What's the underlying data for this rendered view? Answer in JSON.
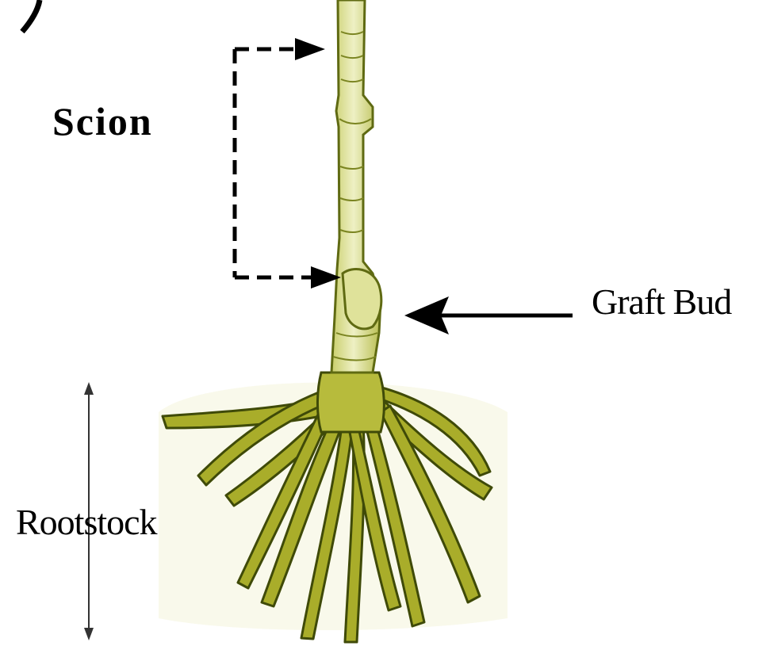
{
  "labels": {
    "scion": "Scion",
    "graft_bud": "Graft Bud",
    "rootstock": "Rootstock"
  },
  "colors": {
    "stem_fill": "#d8dc8c",
    "stem_highlight": "#eef0c4",
    "stem_outline": "#5f6a12",
    "root_fill": "#a9ad2a",
    "root_outline": "#3f4a08",
    "root_wash": "#f7f8e6",
    "arrow": "#000000",
    "measure_line": "#333333"
  }
}
